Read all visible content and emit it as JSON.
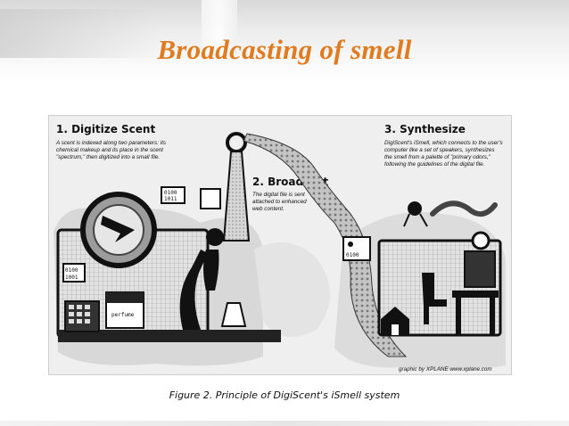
{
  "slide": {
    "title": "Broadcasting of smell",
    "caption": "Figure 2. Principle of DigiScent's iSmell system"
  },
  "figure": {
    "step1": {
      "heading": "1. Digitize Scent",
      "lines": [
        "A scent is indexed along two parameters: its",
        "chemical makeup and its place in the scent",
        "\"spectrum,\" then digitized into a small file."
      ],
      "label_top": "0100",
      "label_top2": "1011",
      "label_left1": "0100",
      "label_left2": "1001",
      "pad_label": "perfume"
    },
    "step2": {
      "heading": "2. Broadcast",
      "lines": [
        "The digital file is sent",
        "attached to enhanced",
        "web content."
      ],
      "label": "0100"
    },
    "step3": {
      "heading": "3. Synthesize",
      "lines": [
        "DigiScent's iSmell, which connects to the user's",
        "computer like a set of speakers, synthesizes",
        "the smell from a palette of \"primary odors,\"",
        "following the guidelines of the digital file."
      ]
    },
    "credit": "graphic by XPLANE  www.xplane.com"
  },
  "colors": {
    "title": "#e07b1f",
    "ink": "#111111",
    "paper": "#efefef"
  }
}
